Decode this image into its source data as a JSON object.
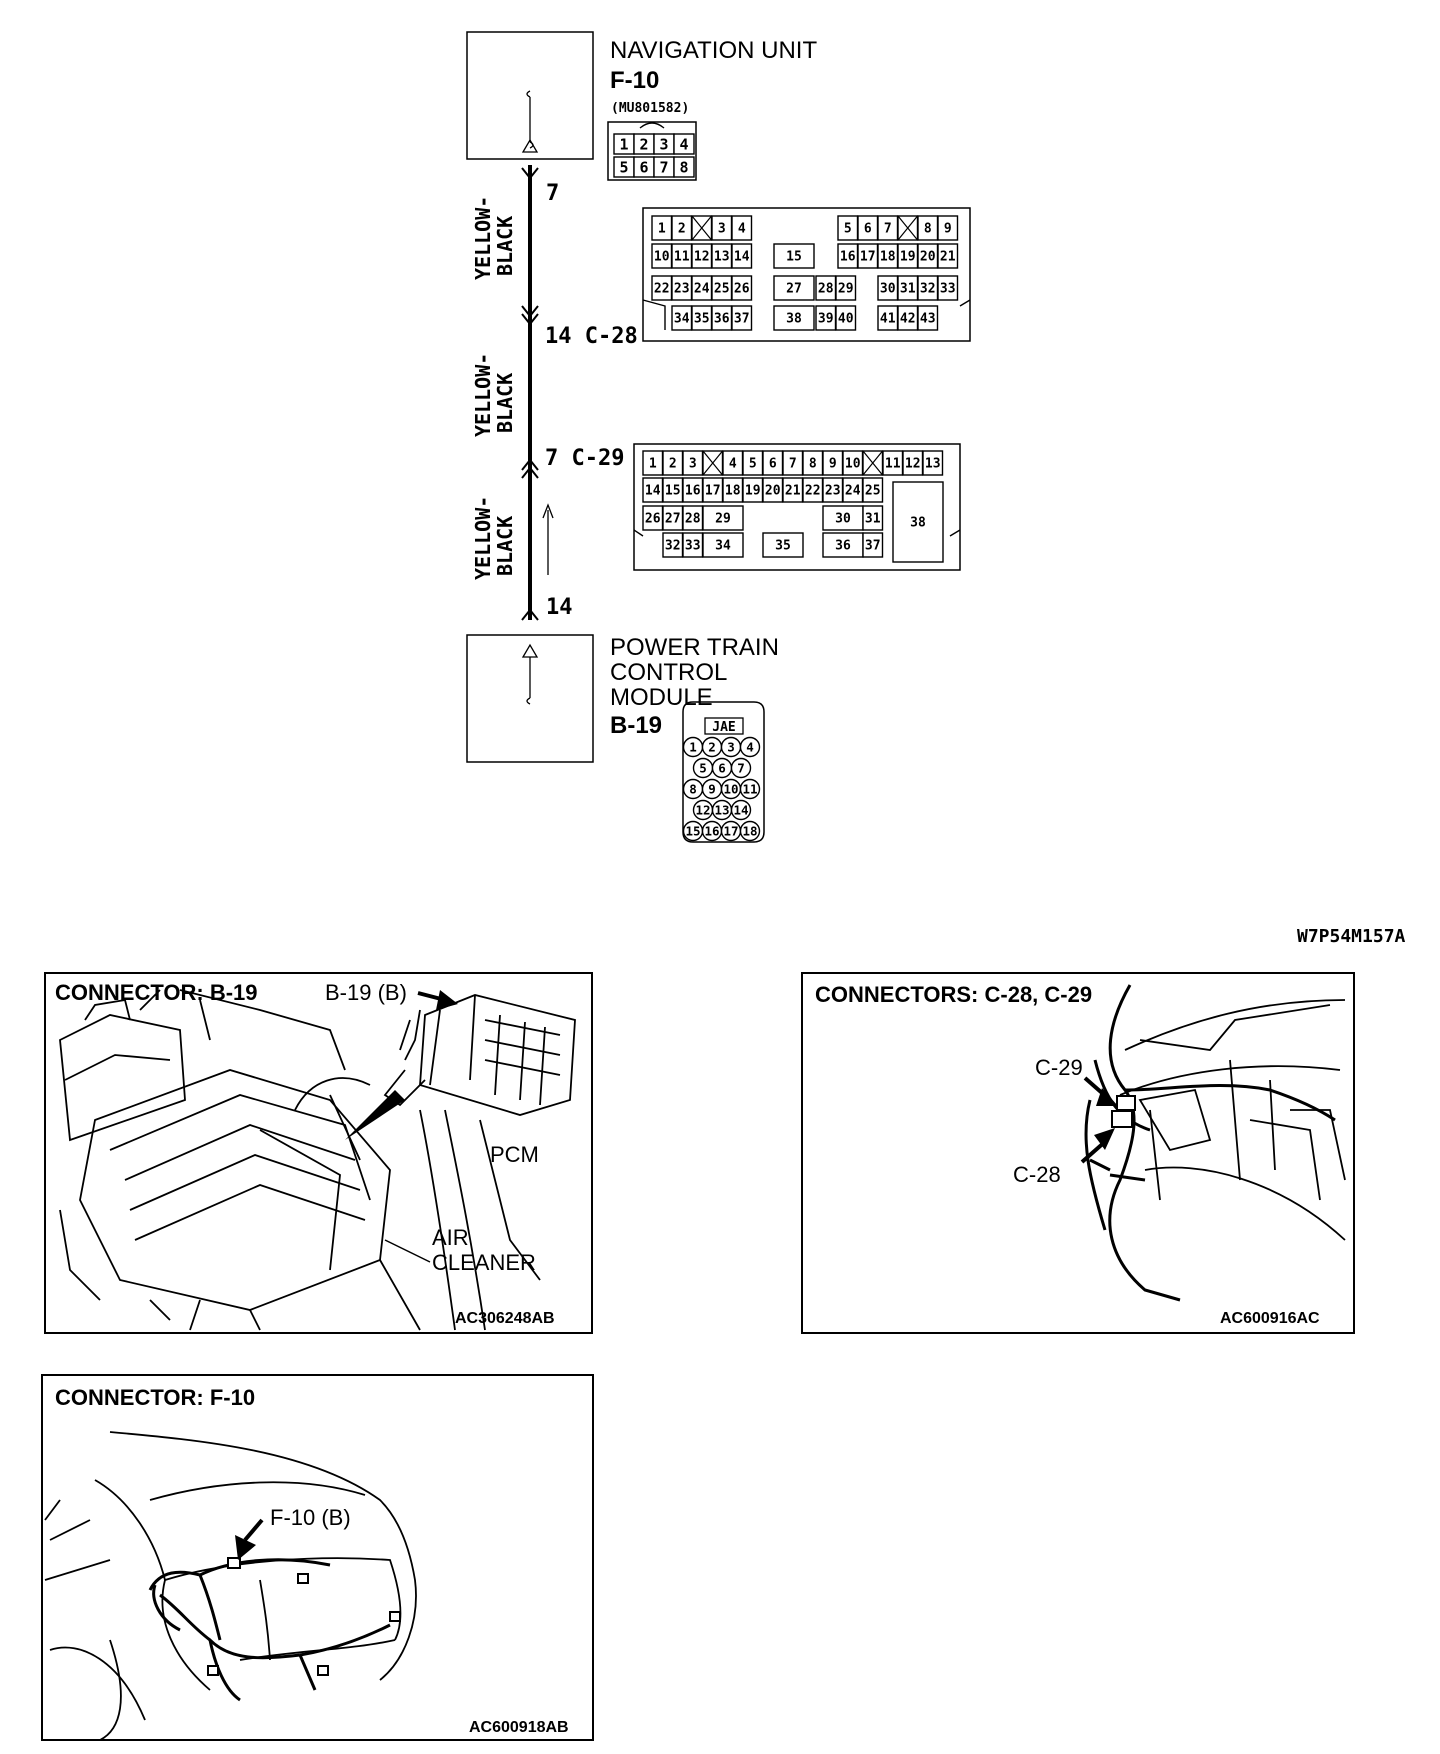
{
  "nav_unit": {
    "name": "NAVIGATION UNIT",
    "code": "F-10",
    "part_number": "(MU801582)",
    "connector_pins": [
      "1",
      "2",
      "3",
      "4",
      "5",
      "6",
      "7",
      "8"
    ],
    "terminal": "7"
  },
  "pcm": {
    "name_lines": [
      "POWER TRAIN",
      "CONTROL",
      "MODULE"
    ],
    "code": "B-19",
    "connector_type": "JAE",
    "connector_pins": [
      "1",
      "2",
      "3",
      "4",
      "5",
      "6",
      "7",
      "8",
      "9",
      "10",
      "11",
      "12",
      "13",
      "14",
      "15",
      "16",
      "17",
      "18"
    ],
    "terminal": "14"
  },
  "wire_segments": [
    {
      "color_line1": "YELLOW-",
      "color_line2": "BLACK"
    },
    {
      "color_line1": "YELLOW-",
      "color_line2": "BLACK"
    },
    {
      "color_line1": "YELLOW-",
      "color_line2": "BLACK"
    }
  ],
  "junctions": [
    {
      "label": "14 C-28"
    },
    {
      "label": "7 C-29"
    }
  ],
  "c28_pins": {
    "r1": [
      "1",
      "2",
      "3",
      "4",
      "5",
      "6",
      "7",
      "8",
      "9"
    ],
    "r2": [
      "10",
      "11",
      "12",
      "13",
      "14",
      "15",
      "16",
      "17",
      "18",
      "19",
      "20",
      "21"
    ],
    "r3": [
      "22",
      "23",
      "24",
      "25",
      "26",
      "27",
      "28",
      "29",
      "30",
      "31",
      "32",
      "33"
    ],
    "r4": [
      "34",
      "35",
      "36",
      "37",
      "38",
      "39",
      "40",
      "41",
      "42",
      "43"
    ]
  },
  "c29_pins": {
    "r1": [
      "1",
      "2",
      "3",
      "4",
      "5",
      "6",
      "7",
      "8",
      "9",
      "10",
      "11",
      "12",
      "13"
    ],
    "r2": [
      "14",
      "15",
      "16",
      "17",
      "18",
      "19",
      "20",
      "21",
      "22",
      "23",
      "24",
      "25"
    ],
    "r3": [
      "26",
      "27",
      "28",
      "29",
      "30",
      "31",
      "38"
    ],
    "r4": [
      "32",
      "33",
      "34",
      "35",
      "36",
      "37"
    ]
  },
  "diagram_code": "W7P54M157A",
  "panels": {
    "b19": {
      "title": "CONNECTOR: B-19",
      "callout": "B-19 (B)",
      "label_pcm": "PCM",
      "label_air1": "AIR",
      "label_air2": "CLEANER",
      "code": "AC306248AB"
    },
    "c28_29": {
      "title": "CONNECTORS: C-28, C-29",
      "callout_c29": "C-29",
      "callout_c28": "C-28",
      "code": "AC600916AC"
    },
    "f10": {
      "title": "CONNECTOR: F-10",
      "callout": "F-10 (B)",
      "code": "AC600918AB"
    }
  }
}
